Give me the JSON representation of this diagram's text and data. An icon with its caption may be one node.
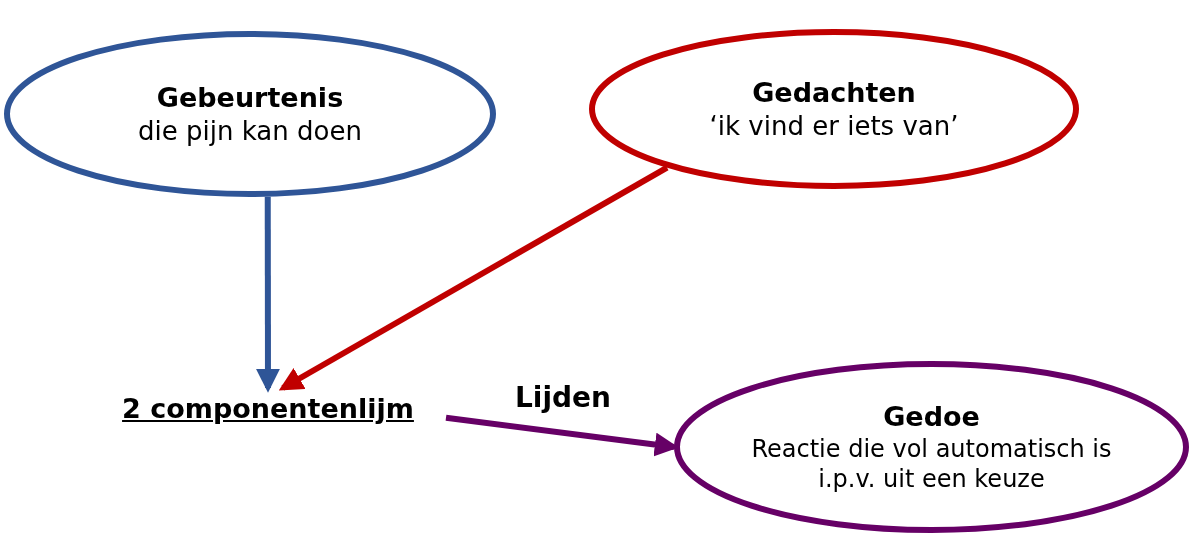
{
  "diagram": {
    "nodes": [
      {
        "text": [
          "Gebeurtenis",
          "die pijn kan doen"
        ]
      },
      {
        "text": [
          "Gedachten",
          "‘ik vind er iets van’"
        ]
      },
      {
        "text": [
          "2 componentenlijm"
        ]
      },
      {
        "text": [
          "Gedoe",
          "Reactie die vol automatisch is i.p.v. uit een keuze"
        ]
      }
    ],
    "edges": [
      {
        "from": 0,
        "to": 2,
        "arrow": "to",
        "color": "#2f5597"
      },
      {
        "from": 1,
        "to": 2,
        "arrow": "to",
        "color": "#c00000"
      },
      {
        "from": 2,
        "to": 3,
        "arrow": "to",
        "label": "Lijden",
        "color": "#660066"
      }
    ]
  }
}
